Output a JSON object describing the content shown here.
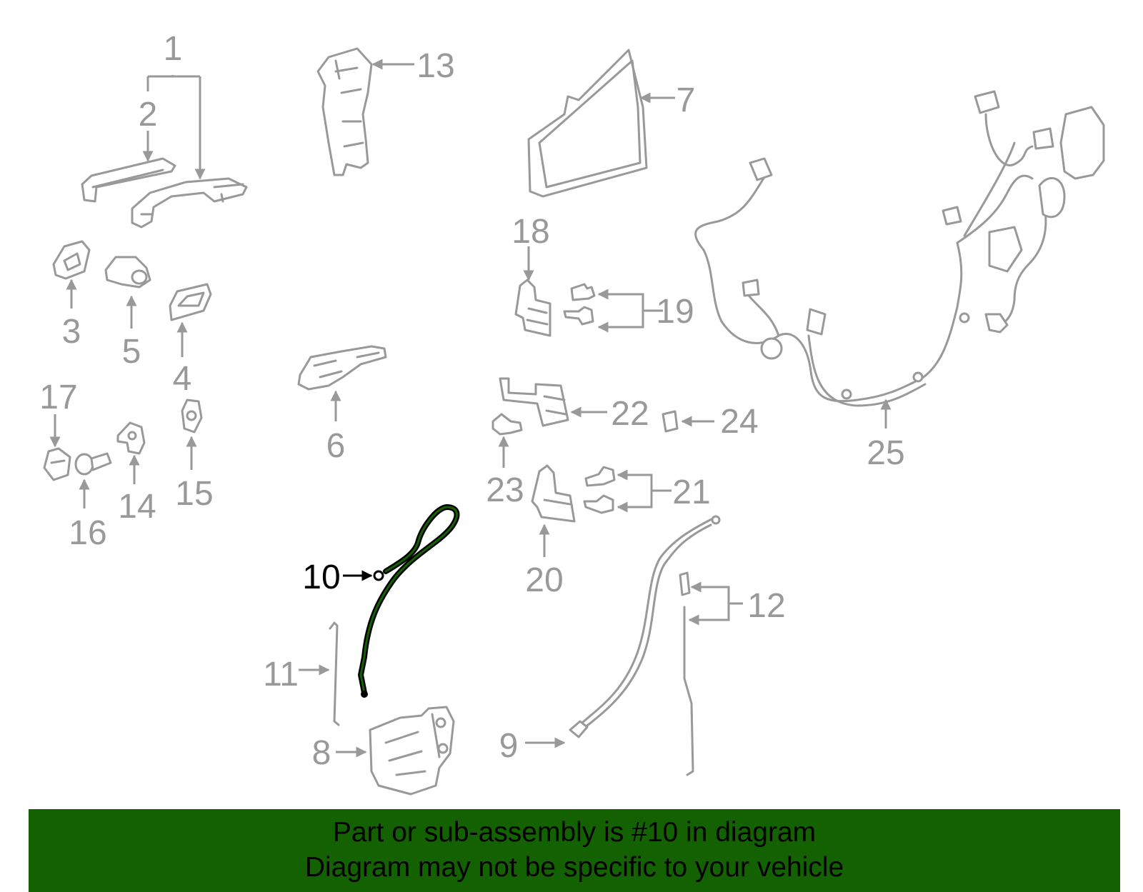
{
  "colors": {
    "part_gray": "#999999",
    "highlight": "#000000",
    "highlight_part": "#136100",
    "banner_bg": "#136100",
    "banner_text": "#000000"
  },
  "highlighted_callout": "10",
  "callouts": [
    {
      "id": "c1",
      "label": "1"
    },
    {
      "id": "c2",
      "label": "2"
    },
    {
      "id": "c3",
      "label": "3"
    },
    {
      "id": "c4",
      "label": "4"
    },
    {
      "id": "c5",
      "label": "5"
    },
    {
      "id": "c6",
      "label": "6"
    },
    {
      "id": "c7",
      "label": "7"
    },
    {
      "id": "c8",
      "label": "8"
    },
    {
      "id": "c9",
      "label": "9"
    },
    {
      "id": "c10",
      "label": "10"
    },
    {
      "id": "c11",
      "label": "11"
    },
    {
      "id": "c12",
      "label": "12"
    },
    {
      "id": "c13",
      "label": "13"
    },
    {
      "id": "c14",
      "label": "14"
    },
    {
      "id": "c15",
      "label": "15"
    },
    {
      "id": "c16",
      "label": "16"
    },
    {
      "id": "c17",
      "label": "17"
    },
    {
      "id": "c18",
      "label": "18"
    },
    {
      "id": "c19",
      "label": "19"
    },
    {
      "id": "c20",
      "label": "20"
    },
    {
      "id": "c21",
      "label": "21"
    },
    {
      "id": "c22",
      "label": "22"
    },
    {
      "id": "c23",
      "label": "23"
    },
    {
      "id": "c24",
      "label": "24"
    },
    {
      "id": "c25",
      "label": "25"
    }
  ],
  "banner": {
    "line1": "Part or sub-assembly is #10 in diagram",
    "line2": "Diagram may not be specific to your vehicle"
  }
}
